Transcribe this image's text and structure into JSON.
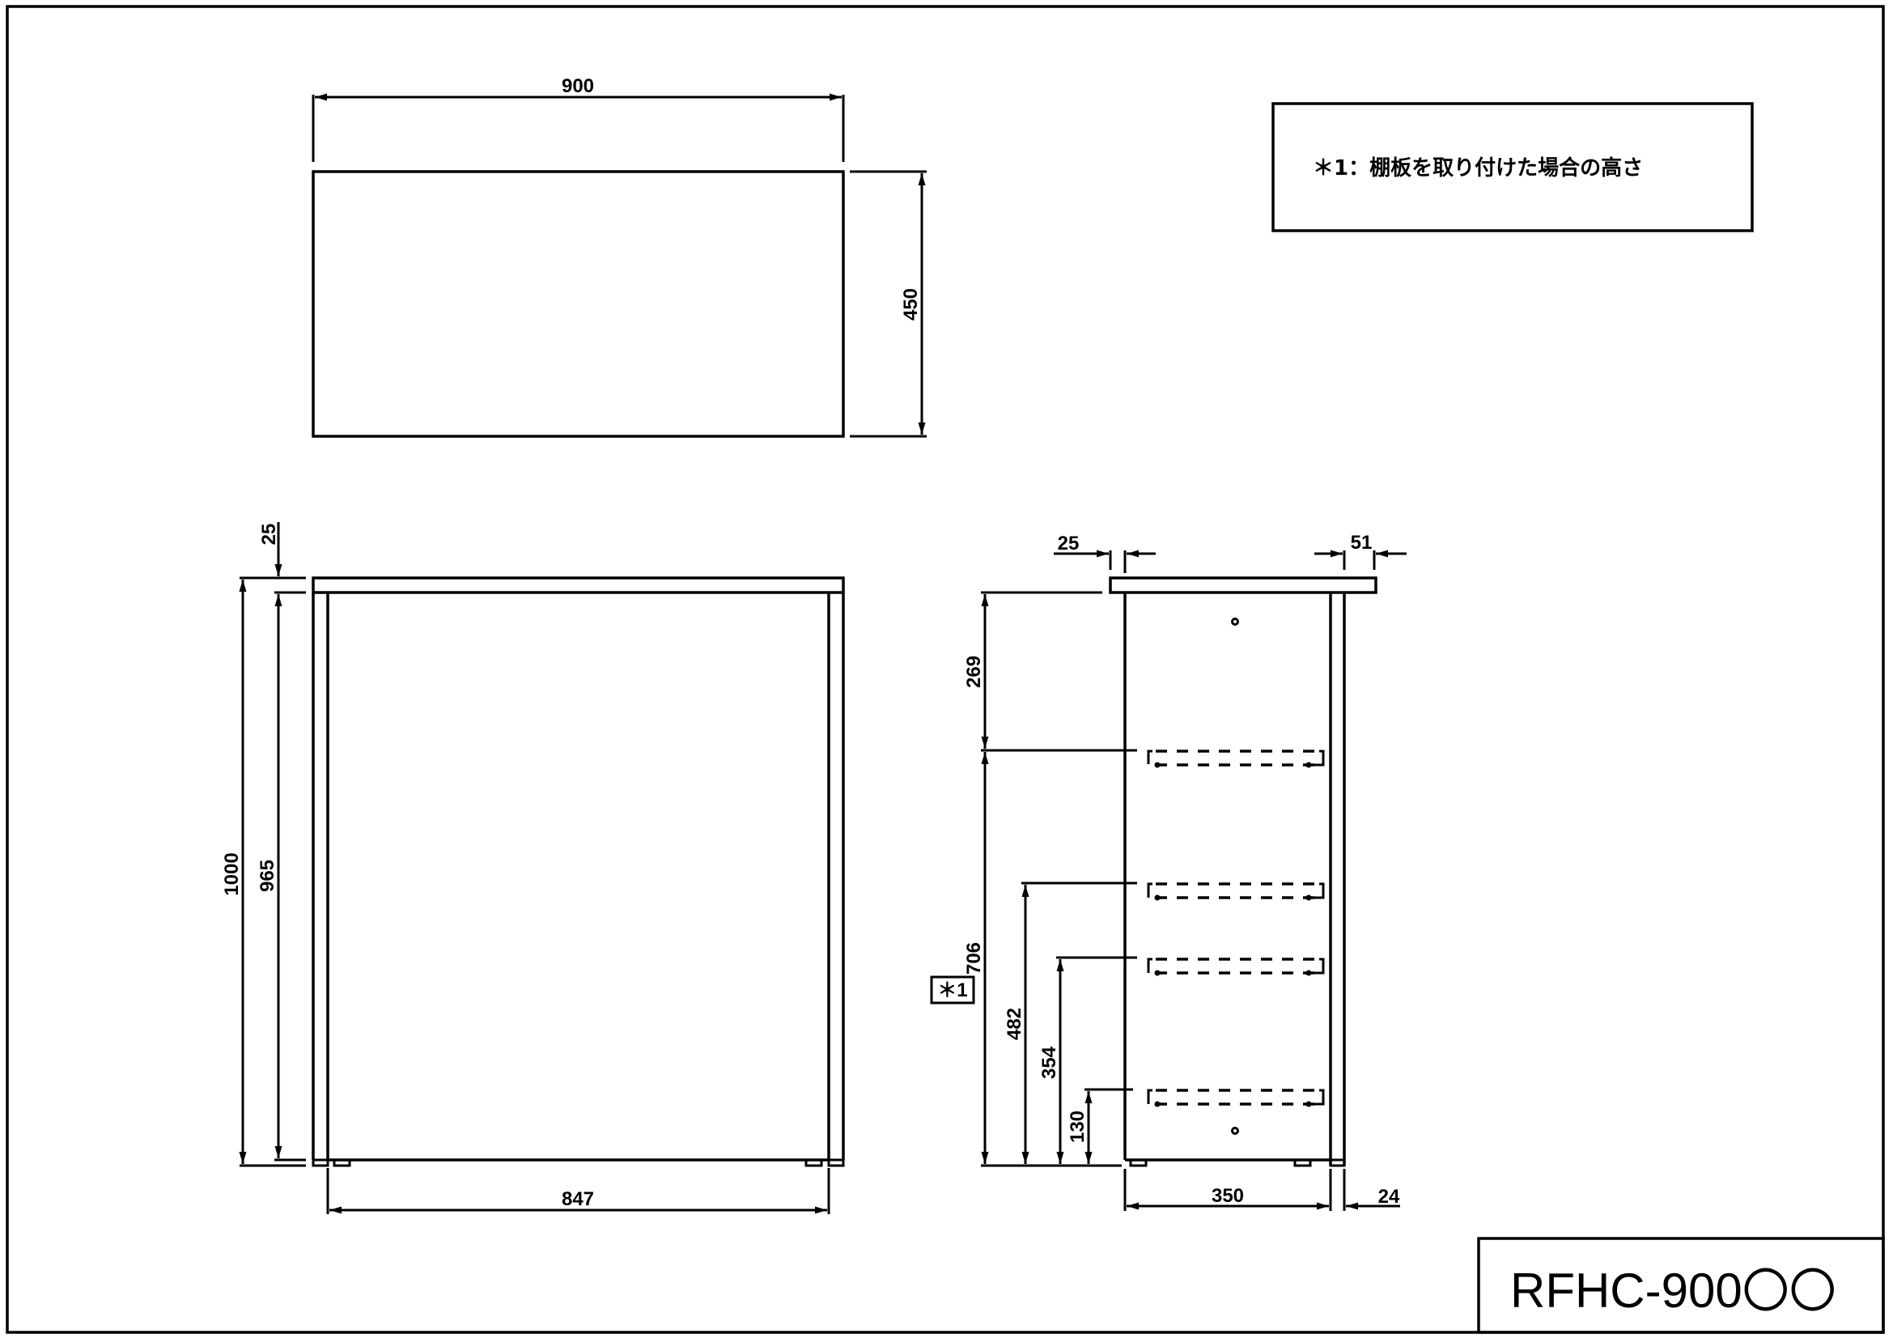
{
  "title_block": {
    "model": "RFHC-900",
    "model_suffix_symbols": "〇〇"
  },
  "note": {
    "text": "＊1：棚板を取り付けた場合の高さ"
  },
  "top_view": {
    "width_dim": "900",
    "depth_dim": "450"
  },
  "front_view": {
    "top_thickness_dim": "25",
    "total_height_dim": "1000",
    "inner_height_dim": "965",
    "inner_width_dim": "847"
  },
  "side_view": {
    "front_overhang_dim": "25",
    "back_overhang_dim": "51",
    "top_to_first_shelf_dim": "269",
    "first_shelf_height_dim": "706",
    "shelf2_height_dim": "482",
    "shelf3_height_dim": "354",
    "shelf4_height_dim": "130",
    "depth_dim": "350",
    "back_panel_dim": "24",
    "footnote_marker": "＊1"
  }
}
